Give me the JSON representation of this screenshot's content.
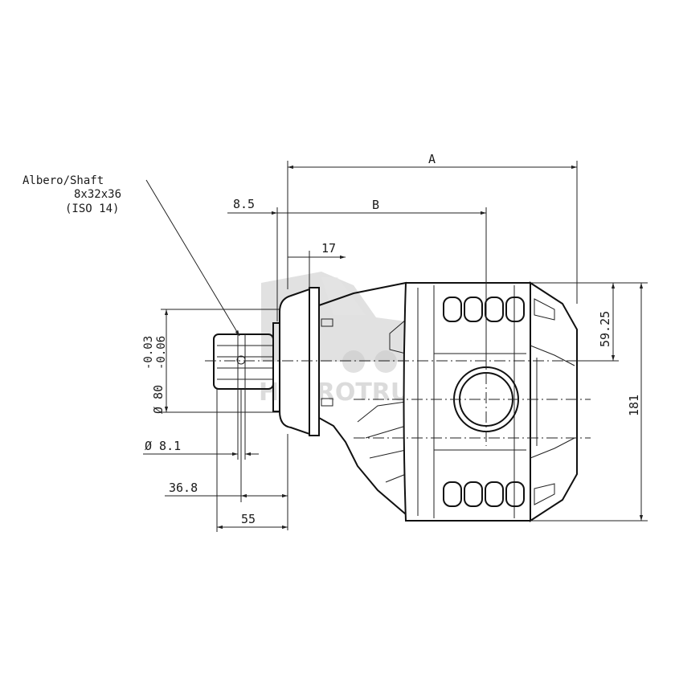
{
  "shaft_callout": {
    "line1": "Albero/Shaft",
    "line2": "8x32x36",
    "line3": "(ISO 14)"
  },
  "dimensions": {
    "a": "A",
    "b": "B",
    "d_8_5": "8.5",
    "d_17": "17",
    "d_59_25": "59.25",
    "d_181": "181",
    "d_36_8": "36.8",
    "d_55": "55",
    "d_dia_8_1": "Ø 8.1",
    "d_dia_80": "Ø 80",
    "d_tol_upper": "-0.03",
    "d_tol_lower": "-0.06"
  },
  "watermark": {
    "text": "HYDROTRUCK",
    "icon": "truck-icon"
  }
}
